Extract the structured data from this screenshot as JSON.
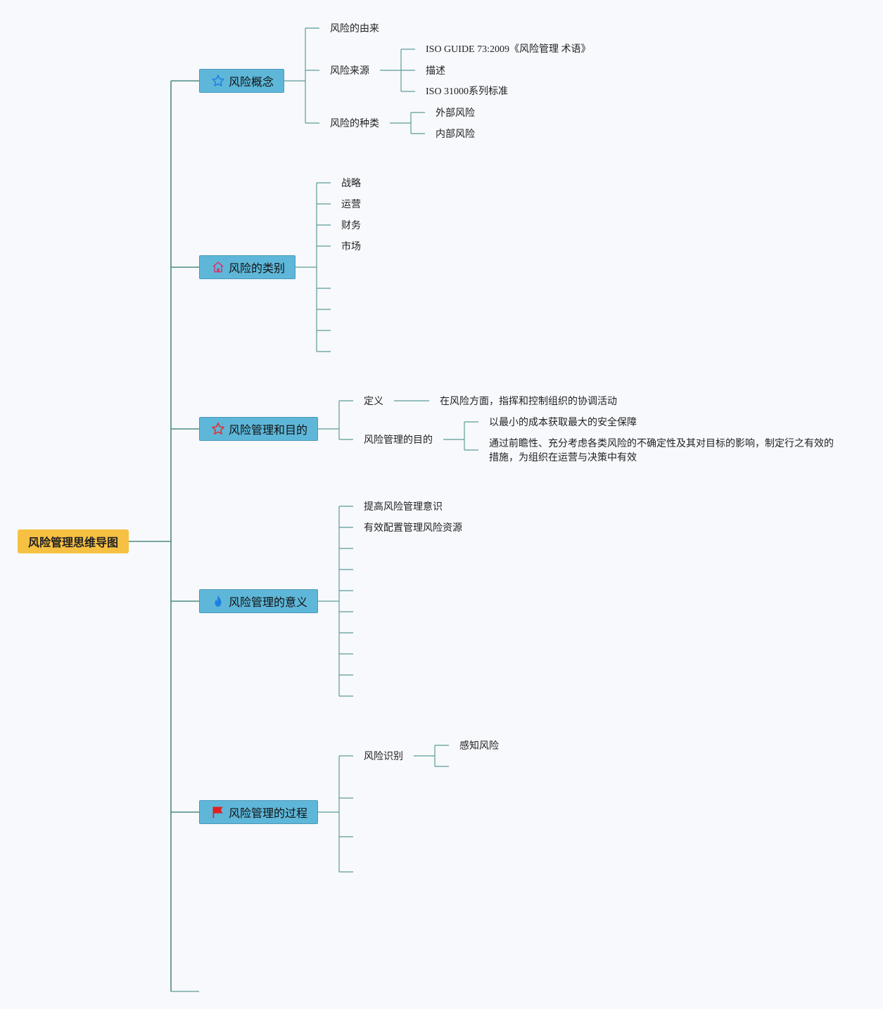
{
  "root": {
    "label": "风险管理思维导图"
  },
  "branches": [
    {
      "label": "风险概念",
      "icon": "star-outline-icon"
    },
    {
      "label": "风险的类别",
      "icon": "home-icon"
    },
    {
      "label": "风险管理和目的",
      "icon": "star-red-icon"
    },
    {
      "label": "风险管理的意义",
      "icon": "flame-icon"
    },
    {
      "label": "风险管理的过程",
      "icon": "flag-icon"
    }
  ],
  "concept": {
    "origin": "风险的由来",
    "source": "风险来源",
    "source_children": [
      "ISO GUIDE 73:2009《风险管理 术语》",
      "描述",
      "ISO 31000系列标准"
    ],
    "types": "风险的种类",
    "types_children": [
      "外部风险",
      "内部风险"
    ]
  },
  "category": {
    "items": [
      "战略",
      "运营",
      "财务",
      "市场"
    ]
  },
  "purpose": {
    "definition": "定义",
    "definition_text": "在风险方面，指挥和控制组织的协调活动",
    "goal": "风险管理的目的",
    "goal_children": [
      "以最小的成本获取最大的安全保障",
      "通过前瞻性、充分考虑各类风险的不确定性及其对目标的影响，制定行之有效的措施，为组织在运营与决策中有效"
    ]
  },
  "meaning": {
    "items": [
      "提高风险管理意识",
      "有效配置管理风险资源"
    ]
  },
  "process": {
    "identify": "风险识别",
    "identify_children": [
      "感知风险"
    ]
  },
  "colors": {
    "background": "#f7f9fd",
    "root": "#f6c042",
    "branch": "#5eb7d9",
    "line": "#5c9c95"
  }
}
